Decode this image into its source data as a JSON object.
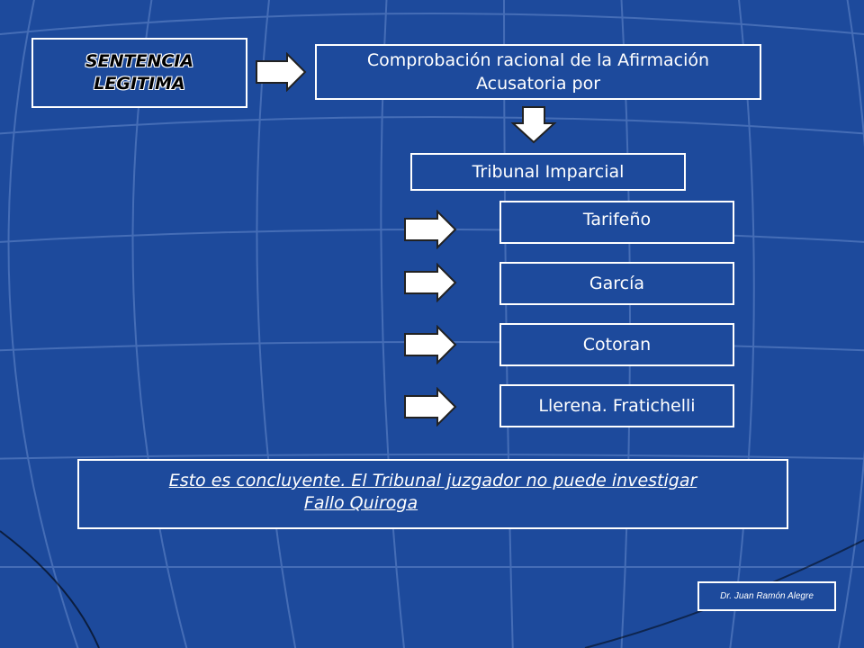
{
  "title_box": {
    "line1": "SENTENCIA",
    "line2": "LEGITIMA"
  },
  "comprobacion": {
    "line1": "Comprobación racional de la Afirmación",
    "line2": "Acusatoria por"
  },
  "tribunal": "Tribunal Imparcial",
  "cases": [
    "Tarifeño",
    "García",
    "Cotoran",
    "Llerena. Fratichelli"
  ],
  "conclusion": {
    "line1": "Esto es concluyente. El Tribunal juzgador no puede investigar",
    "line2": "Fallo Quiroga"
  },
  "author": "Dr. Juan Ramón Alegre",
  "colors": {
    "background": "#1d4a9c",
    "line": "#ffffff",
    "grid": "#5a7ec0"
  }
}
